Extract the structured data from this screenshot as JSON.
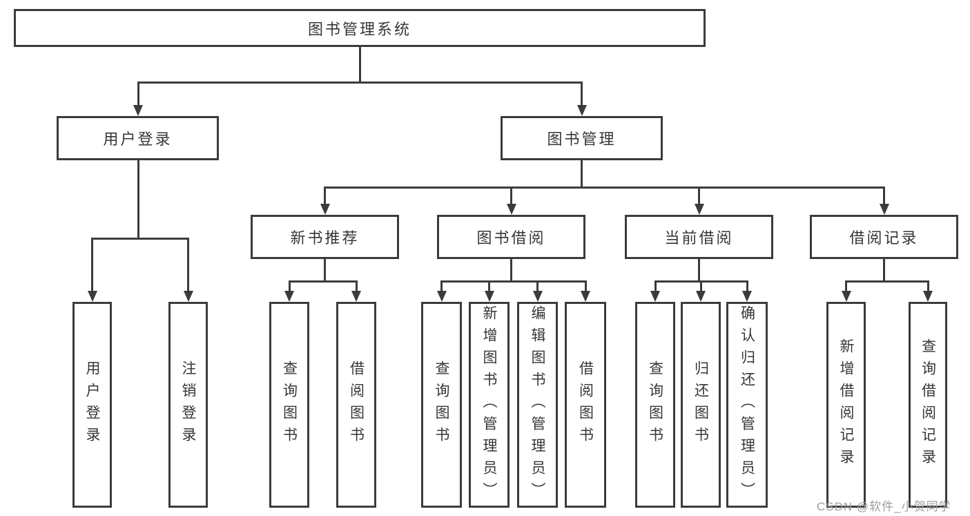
{
  "nodes": {
    "root": "图书管理系统",
    "level2": {
      "user_login": "用户登录",
      "book_mgmt": "图书管理"
    },
    "level3": {
      "new_books": "新书推荐",
      "book_borrow": "图书借阅",
      "current_borrow": "当前借阅",
      "borrow_records": "借阅记录"
    },
    "leaves": {
      "user_login": [
        "用户登录",
        "注销登录"
      ],
      "new_books": [
        "查询图书",
        "借阅图书"
      ],
      "book_borrow": [
        "查询图书",
        "新增图书（管理员）",
        "编辑图书（管理员）",
        "借阅图书"
      ],
      "current_borrow": [
        "查询图书",
        "归还图书",
        "确认归还（管理员）"
      ],
      "borrow_records": [
        "新增借阅记录",
        "查询借阅记录"
      ]
    }
  },
  "watermark": "CSDN @软件_小贺同学",
  "colors": {
    "line": "#3b3b3b",
    "text": "#363636",
    "watermark": "#9e9e9e",
    "background": "#ffffff"
  }
}
